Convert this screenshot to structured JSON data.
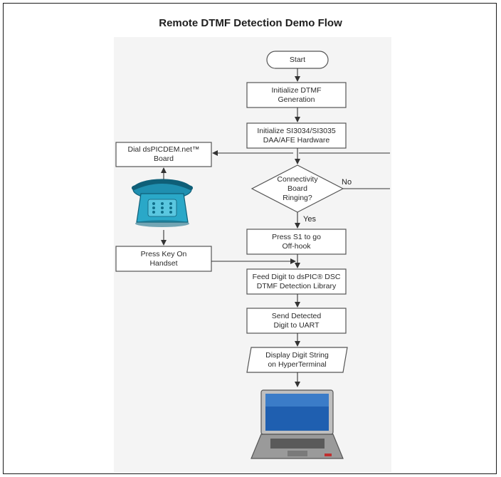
{
  "diagram": {
    "title": "Remote DTMF Detection Demo Flow",
    "nodes": {
      "start": "Start",
      "init_dtmf": "Initialize DTMF\nGeneration",
      "init_hw": "Initialize SI3034/SI3035\nDAA/AFE Hardware",
      "dial": "Dial dsPICDEM.net™\nBoard",
      "decision": "Connectivity\nBoard\nRinging?",
      "offhook": "Press S1 to go\nOff-hook",
      "press_key": "Press Key On\nHandset",
      "feed": "Feed Digit to dsPIC® DSC\nDTMF Detection Library",
      "send": "Send Detected\nDigit to UART",
      "display": "Display Digit String\non HyperTerminal"
    },
    "edge_labels": {
      "yes": "Yes",
      "no": "No"
    },
    "icons": [
      "telephone-icon",
      "laptop-icon"
    ],
    "colors": {
      "phone": "#2aa8c8",
      "box_border": "#555555",
      "panel": "#f4f4f4"
    }
  }
}
